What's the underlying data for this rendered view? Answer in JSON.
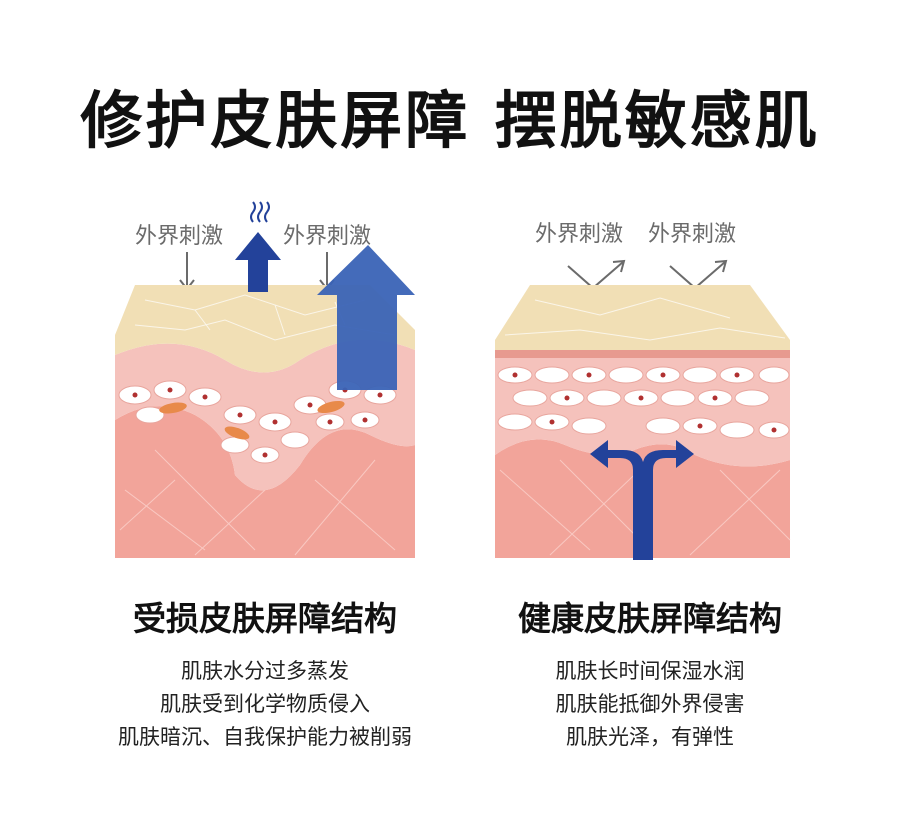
{
  "title": "修护皮肤屏障  摆脱敏感肌",
  "left_panel": {
    "stimulus_label_1": "外界刺激",
    "stimulus_label_2": "外界刺激",
    "heading": "受损皮肤屏障结构",
    "lines": [
      "肌肤水分过多蒸发",
      "肌肤受到化学物质侵入",
      "肌肤暗沉、自我保护能力被削弱"
    ]
  },
  "right_panel": {
    "stimulus_label_1": "外界刺激",
    "stimulus_label_2": "外界刺激",
    "heading": "健康皮肤屏障结构",
    "lines": [
      "肌肤长时间保湿水润",
      "肌肤能抵御外界侵害",
      "肌肤光泽，有弹性"
    ]
  },
  "colors": {
    "arrow_blue": "#23429a",
    "skin_top": "#f1dfb5",
    "dermis": "#f2a49a",
    "cell_pink": "#f5c2bc",
    "cell_white": "#ffffff"
  }
}
